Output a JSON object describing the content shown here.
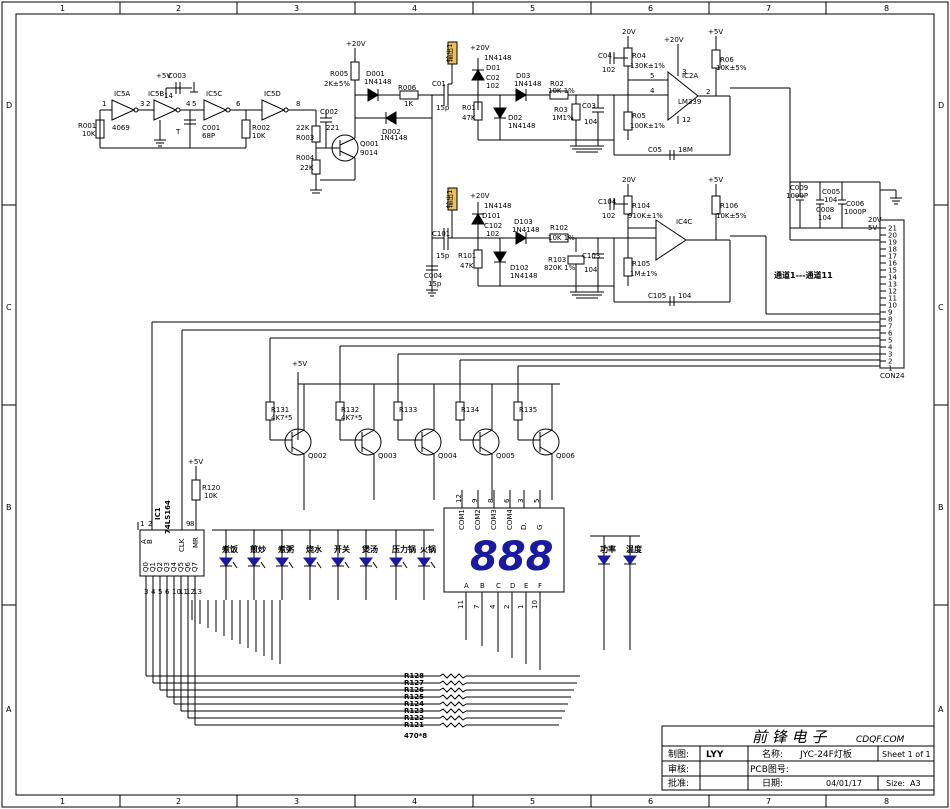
{
  "frame": {
    "columns": [
      "1",
      "2",
      "3",
      "4",
      "5",
      "6",
      "7",
      "8"
    ],
    "rows": [
      "D",
      "C",
      "B",
      "A"
    ]
  },
  "colors": {
    "ink": "#000000",
    "led": "#1a1aa0",
    "tag_fill": "#e8c060",
    "display_fill": "#f5e27a",
    "paper": "#ffffff"
  },
  "inverters": {
    "ic5a": "IC5A",
    "ic5b": "IC5B",
    "ic5c": "IC5C",
    "ic5d": "IC5D",
    "part": "4069",
    "r001": "R001",
    "r001_val": "10K",
    "c003": "C003",
    "c001": "C001",
    "c001_val": "68P",
    "r002": "R002",
    "r002_val": "10K",
    "v5": "+5V",
    "pin1": "1",
    "pin2": "2",
    "pin3": "3",
    "pin4": "4",
    "pin5": "5",
    "pin6": "6",
    "pin8": "8",
    "pin14": "14",
    "pin_t": "T"
  },
  "driver": {
    "v20": "+20V",
    "r005": "R005",
    "r005_val": "2K±5%",
    "d001": "D001",
    "d001_val": "1N4148",
    "r006": "R006",
    "r006_val": "1K",
    "d002": "D002",
    "d002_val": "1N4148",
    "c002": "C002",
    "c002_val": "221",
    "r003_val": "22K",
    "r003": "R003",
    "r004": "R004",
    "r004_val": "22K",
    "q001": "Q001",
    "q001_val": "9014"
  },
  "ch1": {
    "c01": "C01",
    "c01_val": "15p",
    "tag": "输出1",
    "v20": "+20V",
    "d01_part": "1N4148",
    "d01": "D01",
    "c02": "C02",
    "c02_val": "102",
    "r01": "R01",
    "r01_val": "47K",
    "d02": "D02",
    "d02_val": "1N4148",
    "d03": "D03",
    "d03_val": "1N4148",
    "r02": "R02",
    "r02_val": "10K 1%",
    "r03": "R03",
    "r03_val": "1M1%",
    "c03": "C03",
    "c03_val": "104",
    "c04": "C04",
    "c04_val": "102",
    "v20b": "20V",
    "r04": "R04",
    "r04_val": "130K±1%",
    "r05": "R05",
    "r05_val": "100K±1%",
    "v20c": "+20V",
    "ic": "IC2A",
    "ic_part": "LM339",
    "v5": "+5V",
    "r06": "R06",
    "r06_val": "10K±5%",
    "c05": "C05",
    "c05_val": "18M",
    "pin5": "5",
    "pin4": "4",
    "pin2": "2",
    "pin3": "3",
    "pin12": "12"
  },
  "ch2": {
    "tag": "输出1",
    "v20": "+20V",
    "d101_part": "1N4148",
    "d101": "D101",
    "c101": "C101",
    "c101_val": "15p",
    "c102": "C102",
    "c102_val": "102",
    "r101": "R101",
    "r101_val": "47K",
    "d102": "D102",
    "d102_val": "1N4148",
    "d103": "D103",
    "d103_val": "1N4148",
    "r102": "R102",
    "r102_val": "10K 1%",
    "r103": "R103",
    "r103_val": "820K 1%",
    "c103": "C103",
    "c103_val": "104",
    "c004": "C004",
    "c004_val": "15p",
    "c104": "C104",
    "c104_val": "102",
    "v20b": "20V",
    "r104": "R104",
    "r104_val": "910K±1%",
    "r105": "R105",
    "r105_val": "1M±1%",
    "ic": "IC4C",
    "v5": "+5V",
    "r106": "R106",
    "r106_val": "10K±5%",
    "c105": "C105",
    "c105_val": "104",
    "channel_note": "通道1---通道11"
  },
  "power": {
    "c009": "C009",
    "c009_val": "1000P",
    "c005": "C005",
    "c005_val": "104",
    "c008": "C008",
    "c008_val": "104",
    "c006": "C006",
    "c006_val": "1000P",
    "v20": "20V",
    "v5": "5V"
  },
  "connector": {
    "name": "CON24",
    "pins": [
      "21",
      "20",
      "19",
      "18",
      "17",
      "16",
      "15",
      "14",
      "13",
      "12",
      "11",
      "10",
      "9",
      "8",
      "7",
      "6",
      "5",
      "4",
      "3",
      "2",
      "1"
    ]
  },
  "drivers": {
    "v5": "+5V",
    "resistors": [
      {
        "ref": "R131",
        "val": "4K7*5"
      },
      {
        "ref": "R132",
        "val": "4K7*5"
      },
      {
        "ref": "R133",
        "val": ""
      },
      {
        "ref": "R134",
        "val": ""
      },
      {
        "ref": "R135",
        "val": ""
      }
    ],
    "transistors": [
      "Q002",
      "Q003",
      "Q004",
      "Q005",
      "Q006"
    ]
  },
  "shift_register": {
    "v5": "+5V",
    "r120": "R120",
    "r120_val": "10K",
    "ic": "IC1",
    "part": "74LS164",
    "top_pins": [
      "A",
      "B"
    ],
    "clk": "CLK",
    "mr": "MR",
    "pin9": "9",
    "pin8": "8",
    "pin1": "1",
    "pin2": "2",
    "outputs": [
      "Q0",
      "Q1",
      "Q2",
      "Q3",
      "Q4",
      "Q5",
      "Q6",
      "Q7"
    ],
    "out_pins": [
      "3",
      "4",
      "5",
      "6",
      "10",
      "11",
      "12",
      "13"
    ]
  },
  "leds": [
    "煮饭",
    "煎炒",
    "煮粥",
    "烧水",
    "开关",
    "煲汤",
    "压力锅",
    "火锅"
  ],
  "leds_right": [
    "功率",
    "温度"
  ],
  "display": {
    "digits": "888",
    "top_labels": [
      "COM1",
      "COM2",
      "COM3",
      "COM4",
      "D.",
      "G"
    ],
    "top_pins": [
      "12",
      "9",
      "8",
      "6",
      "3",
      "5"
    ],
    "bottom_labels": [
      "A",
      "B",
      "C",
      "D",
      "E",
      "F"
    ],
    "bottom_pins": [
      "11",
      "7",
      "4",
      "2",
      "1",
      "10"
    ]
  },
  "resistor_bank": {
    "labels": [
      "R128",
      "R127",
      "R126",
      "R125",
      "R124",
      "R123",
      "R122",
      "R121"
    ],
    "value": "470*8"
  },
  "title_block": {
    "company": "前 锋 电 子",
    "url": "CDQF.COM",
    "drawn_label": "制图:",
    "drawn_value": "LYY",
    "name_label": "名称:",
    "name_value": "JYC-24F灯板",
    "sheet": "Sheet 1 of 1",
    "check_label": "审核:",
    "pcb_label": "PCB图号:",
    "approve_label": "批准:",
    "date_label": "日期:",
    "date_value": "04/01/17",
    "size_label": "Size:",
    "size_value": "A3"
  }
}
